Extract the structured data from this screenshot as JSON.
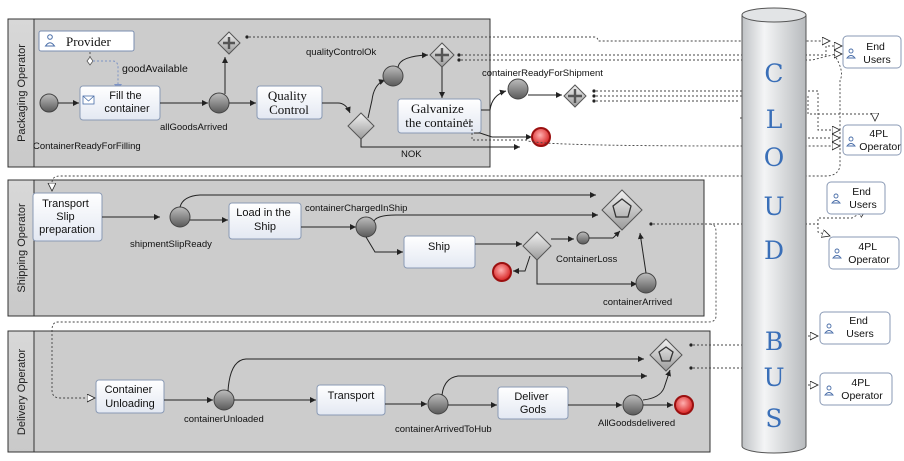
{
  "lanes": {
    "packaging": "Packaging Operator",
    "shipping": "Shipping Operator",
    "delivery": "Delivery Operator"
  },
  "bus": {
    "letters": [
      "C",
      "L",
      "O",
      "U",
      "D",
      "B",
      "U",
      "S"
    ]
  },
  "packaging": {
    "provider": "Provider",
    "fill_task": [
      "Fill the",
      "container"
    ],
    "quality_task": [
      "Quality",
      "Control"
    ],
    "galvanize_task": [
      "Galvanize",
      "the container"
    ],
    "good_available": "goodAvailable",
    "all_goods_arrived": "allGoodsArrived",
    "quality_ok": "qualityControlOk",
    "ready_for_shipment": "containerReadyForShipment",
    "nok": "NOK",
    "ready_for_filling": "ContainerReadyForFilling"
  },
  "shipping": {
    "slip_task": [
      "Transport",
      "Slip",
      "preparation"
    ],
    "load_task": [
      "Load in the",
      "Ship"
    ],
    "ship_task": "Ship",
    "slip_ready": "shipmentSlipReady",
    "charged": "containerChargedInShip",
    "loss": "ContainerLoss",
    "arrived": "containerArrived"
  },
  "delivery": {
    "unload_task": [
      "Container",
      "Unloading"
    ],
    "transport_task": "Transport",
    "deliver_task": [
      "Deliver",
      "Gods"
    ],
    "unloaded": "containerUnloaded",
    "arrived_hub": "containerArrivedToHub",
    "delivered": "AllGoodsdelivered"
  },
  "externals": {
    "end_users": [
      "End",
      "Users"
    ],
    "operator_4pl": [
      "4PL",
      "Operator"
    ]
  }
}
